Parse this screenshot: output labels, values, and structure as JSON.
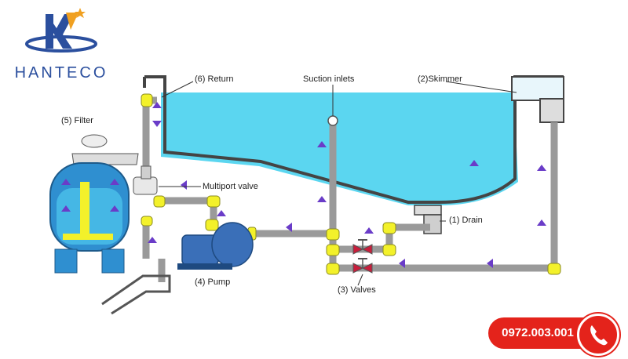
{
  "brand": {
    "name": "HANTECO"
  },
  "labels": {
    "return": "(6) Return",
    "suction": "Suction inlets",
    "skimmer": "(2)Skimmer",
    "filter": "(5) Filter",
    "multiport": "Multiport valve",
    "drain": "(1) Drain",
    "pump": "(4) Pump",
    "valves": "(3) Valves"
  },
  "hotline": {
    "number": "0972.003.001"
  },
  "colors": {
    "water": "#5bd6f0",
    "pipe": "#a9a9a9",
    "fitting": "#f3f12a",
    "arrow": "#6a3cc8",
    "valve": "#c81e3c",
    "pump": "#3a6fb8",
    "brand": "#2b4f9e",
    "hotline": "#e4231b"
  }
}
